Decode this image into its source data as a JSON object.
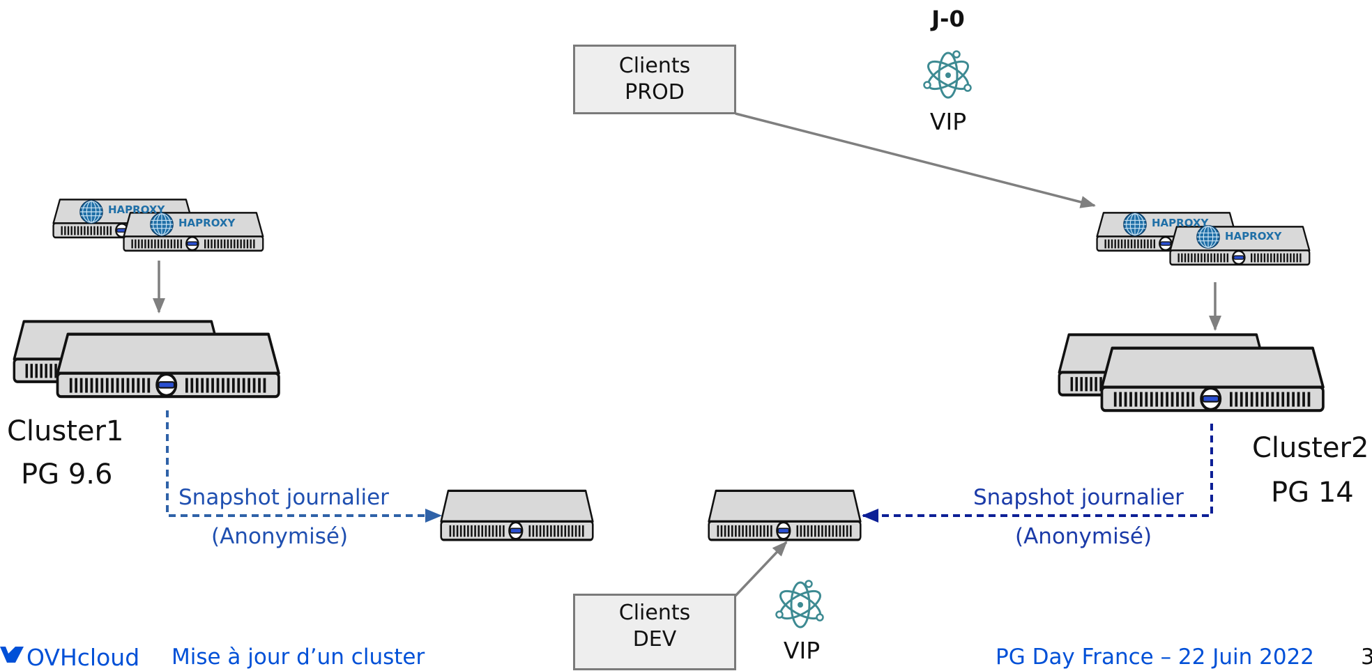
{
  "header": {
    "title": "J-0"
  },
  "clients_prod": {
    "line1": "Clients",
    "line2": "PROD"
  },
  "clients_dev": {
    "line1": "Clients",
    "line2": "DEV"
  },
  "vip_top": {
    "label": "VIP"
  },
  "vip_bottom": {
    "label": "VIP"
  },
  "haproxy_label": "HAPROXY",
  "cluster1": {
    "name": "Cluster1",
    "version": "PG 9.6"
  },
  "cluster2": {
    "name": "Cluster2",
    "version": "PG 14"
  },
  "snapshot_left": {
    "line1": "Snapshot journalier",
    "line2": "(Anonymisé)"
  },
  "snapshot_right": {
    "line1": "Snapshot journalier",
    "line2": "(Anonymisé)"
  },
  "footer": {
    "brand": "OVHcloud",
    "subtitle": "Mise à jour d’un cluster",
    "event": "PG Day France – 22 Juin 2022",
    "page": "3"
  },
  "colors": {
    "arrow_gray": "#7f7f7f",
    "snapshot_left": "#2f62a8",
    "snapshot_right": "#0c1f96",
    "text_blue": "#1f4fb0",
    "vip_icon": "#3d8a92",
    "server_body": "#d9d9d9"
  },
  "icons": [
    "atom-icon",
    "haproxy-logo",
    "server-icon"
  ]
}
